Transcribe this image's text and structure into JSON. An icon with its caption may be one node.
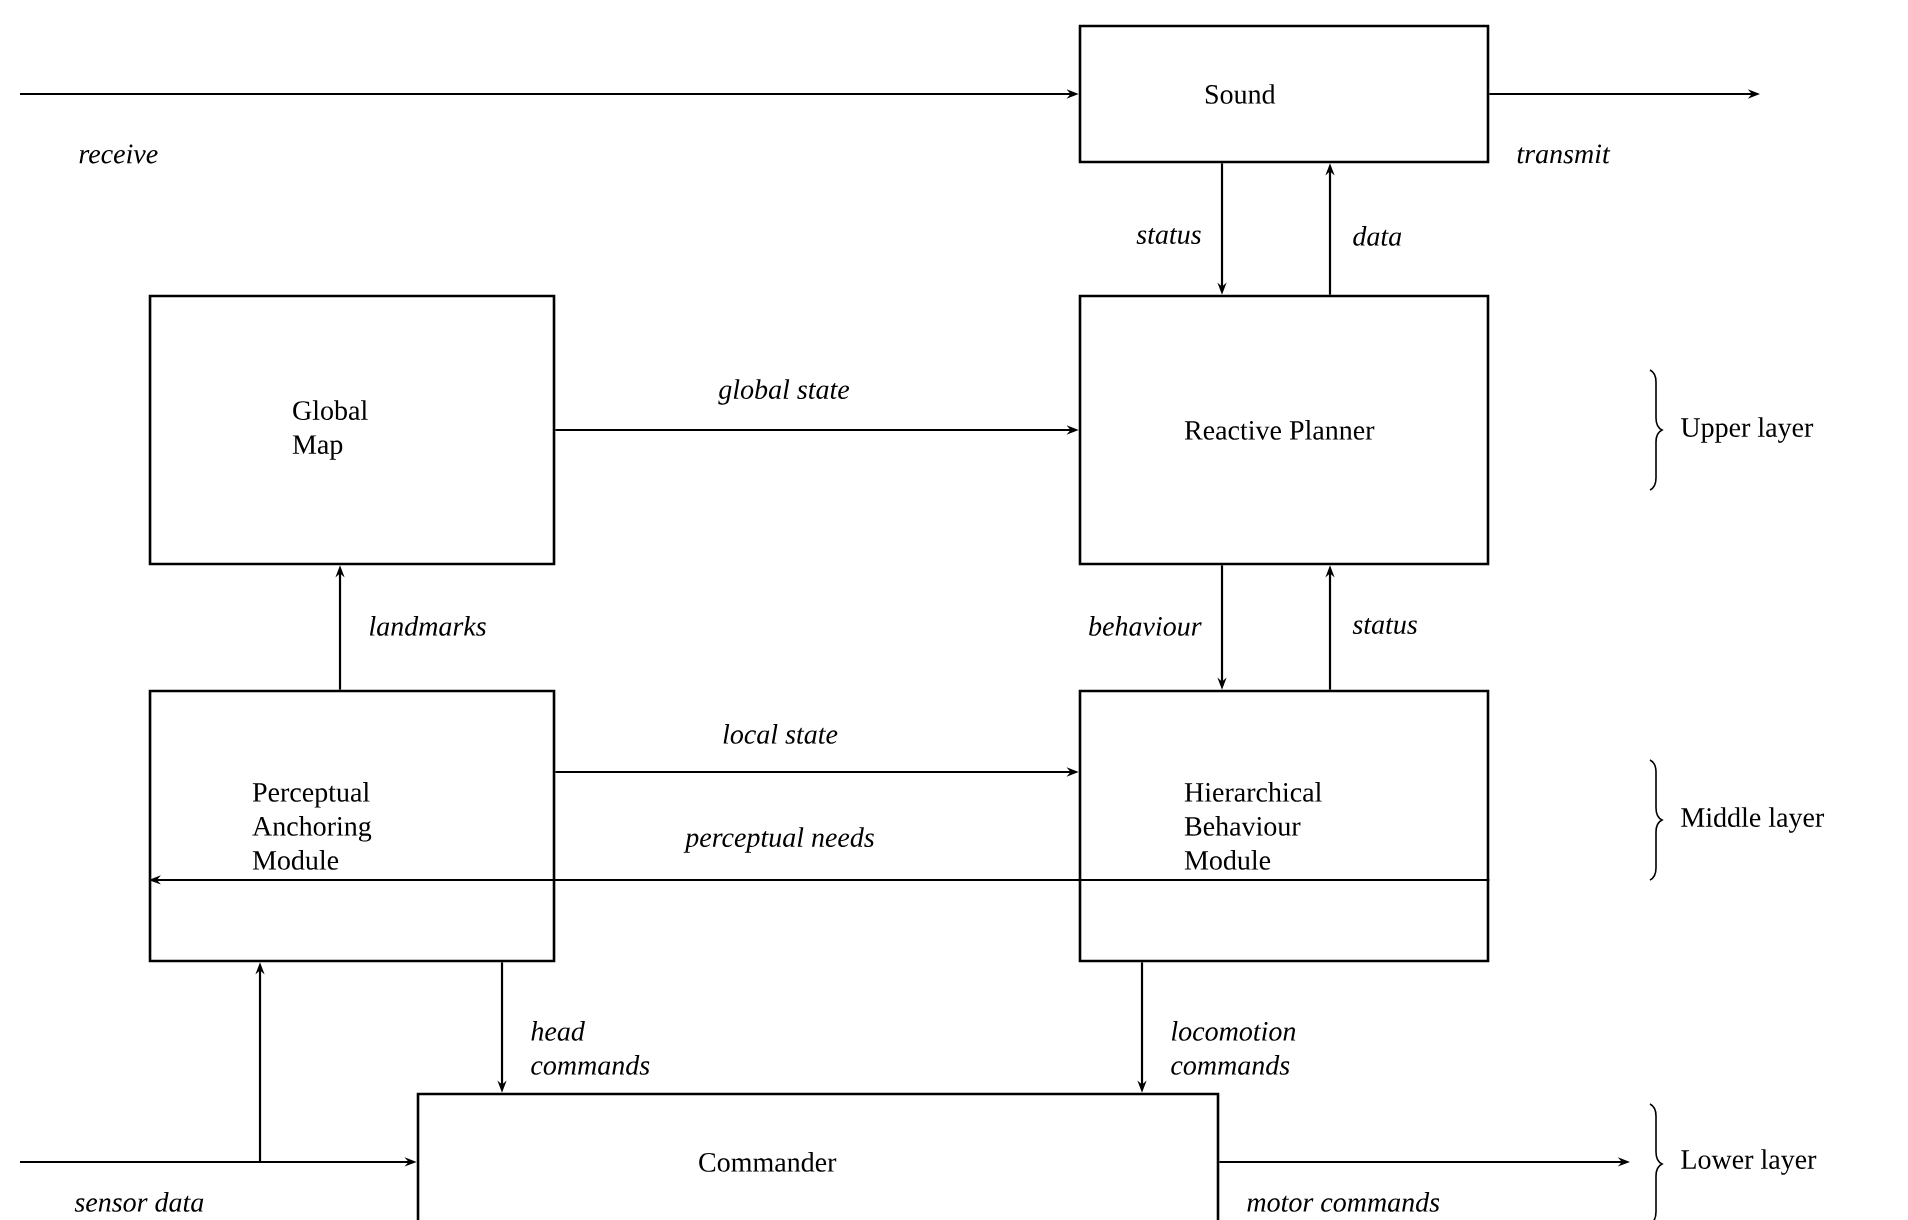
{
  "diagram": {
    "nodes": [
      {
        "text": [
          "Sound"
        ]
      },
      {
        "text": [
          "Global Map"
        ]
      },
      {
        "text": [
          "Reactive Planner"
        ]
      },
      {
        "text": [
          "Perceptual Anchoring Module"
        ]
      },
      {
        "text": [
          "Hierarchical Behaviour Module"
        ]
      },
      {
        "text": [
          "Commander"
        ]
      }
    ],
    "edges": [
      {
        "from": null,
        "to": 0,
        "arrow": "to",
        "label": "receive"
      },
      {
        "from": 0,
        "to": null,
        "arrow": "to",
        "label": "transmit"
      },
      {
        "from": 0,
        "to": 2,
        "arrow": "to",
        "label": "status"
      },
      {
        "from": 2,
        "to": 0,
        "arrow": "to",
        "label": "data"
      },
      {
        "from": 1,
        "to": 2,
        "arrow": "to",
        "label": "global state"
      },
      {
        "from": 3,
        "to": 1,
        "arrow": "to",
        "label": "landmarks"
      },
      {
        "from": 2,
        "to": 4,
        "arrow": "to",
        "label": "behaviour"
      },
      {
        "from": 4,
        "to": 2,
        "arrow": "to",
        "label": "status"
      },
      {
        "from": 3,
        "to": 4,
        "arrow": "to",
        "label": "local state"
      },
      {
        "from": 4,
        "to": 3,
        "arrow": "to",
        "label": "perceptual needs"
      },
      {
        "from": 3,
        "to": 5,
        "arrow": "to",
        "label": "head commands"
      },
      {
        "from": 4,
        "to": 5,
        "arrow": "to",
        "label": "locomotion commands"
      },
      {
        "from": null,
        "to": 5,
        "arrow": "to",
        "label": "sensor data"
      },
      {
        "from": null,
        "to": 3,
        "arrow": "to"
      },
      {
        "from": 5,
        "to": null,
        "arrow": "to",
        "label": "motor commands"
      }
    ],
    "labels": [
      "Upper layer",
      "Middle layer",
      "Lower layer"
    ]
  }
}
